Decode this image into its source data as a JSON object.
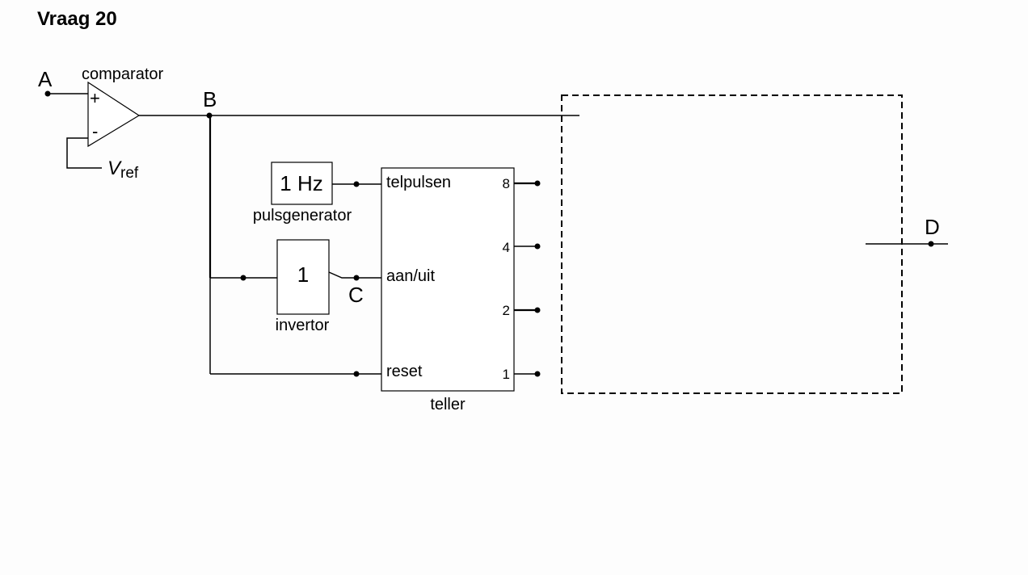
{
  "title": "Vraag 20",
  "points": {
    "a": "A",
    "b": "B",
    "c": "C",
    "d": "D"
  },
  "comparator": {
    "label": "comparator",
    "plus": "+",
    "minus": "-",
    "vref_main": "V",
    "vref_sub": "ref"
  },
  "pulse_generator": {
    "value": "1 Hz",
    "label": "pulsgenerator"
  },
  "invertor": {
    "value": "1",
    "label": "invertor"
  },
  "counter": {
    "label": "teller",
    "inputs": [
      "telpulsen",
      "aan/uit",
      "reset"
    ],
    "outputs": [
      "8",
      "4",
      "2",
      "1"
    ]
  }
}
